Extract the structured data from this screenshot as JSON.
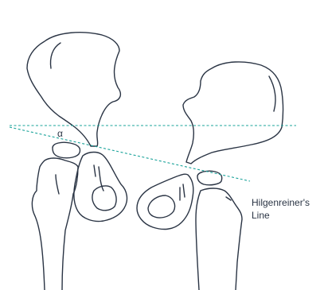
{
  "diagram": {
    "label_line1": "Hilgenreiner's",
    "label_line2": "Line",
    "angle_label": "α",
    "line_color": "#1aa39a",
    "bone_color": "#2a3444"
  }
}
